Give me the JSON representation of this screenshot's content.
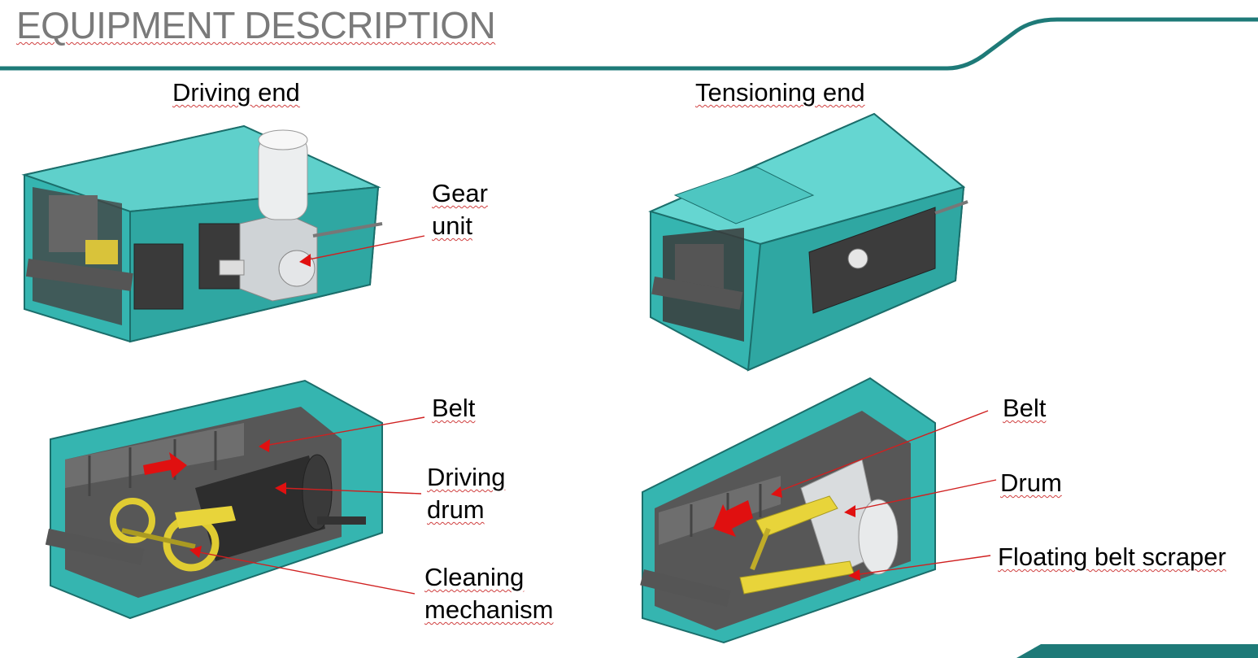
{
  "page": {
    "title": "EQUIPMENT DESCRIPTION",
    "accent_color": "#1e7a78"
  },
  "sections": {
    "driving_end": "Driving end",
    "tensioning_end": "Tensioning end"
  },
  "callouts": {
    "gear_unit": [
      "Gear",
      "unit"
    ],
    "belt_left": "Belt",
    "driving_drum": [
      "Driving",
      "drum"
    ],
    "cleaning_mechanism": [
      "Cleaning",
      "mechanism"
    ],
    "belt_right": "Belt",
    "drum": "Drum",
    "floating_belt_scraper": "Floating belt scraper"
  },
  "colors": {
    "housing": "#35b5b0",
    "housing_dark": "#24908c",
    "interior": "#5a5a5a",
    "scraper": "#e8d43a",
    "arrow": "#e01010",
    "leader": "#d02020"
  }
}
